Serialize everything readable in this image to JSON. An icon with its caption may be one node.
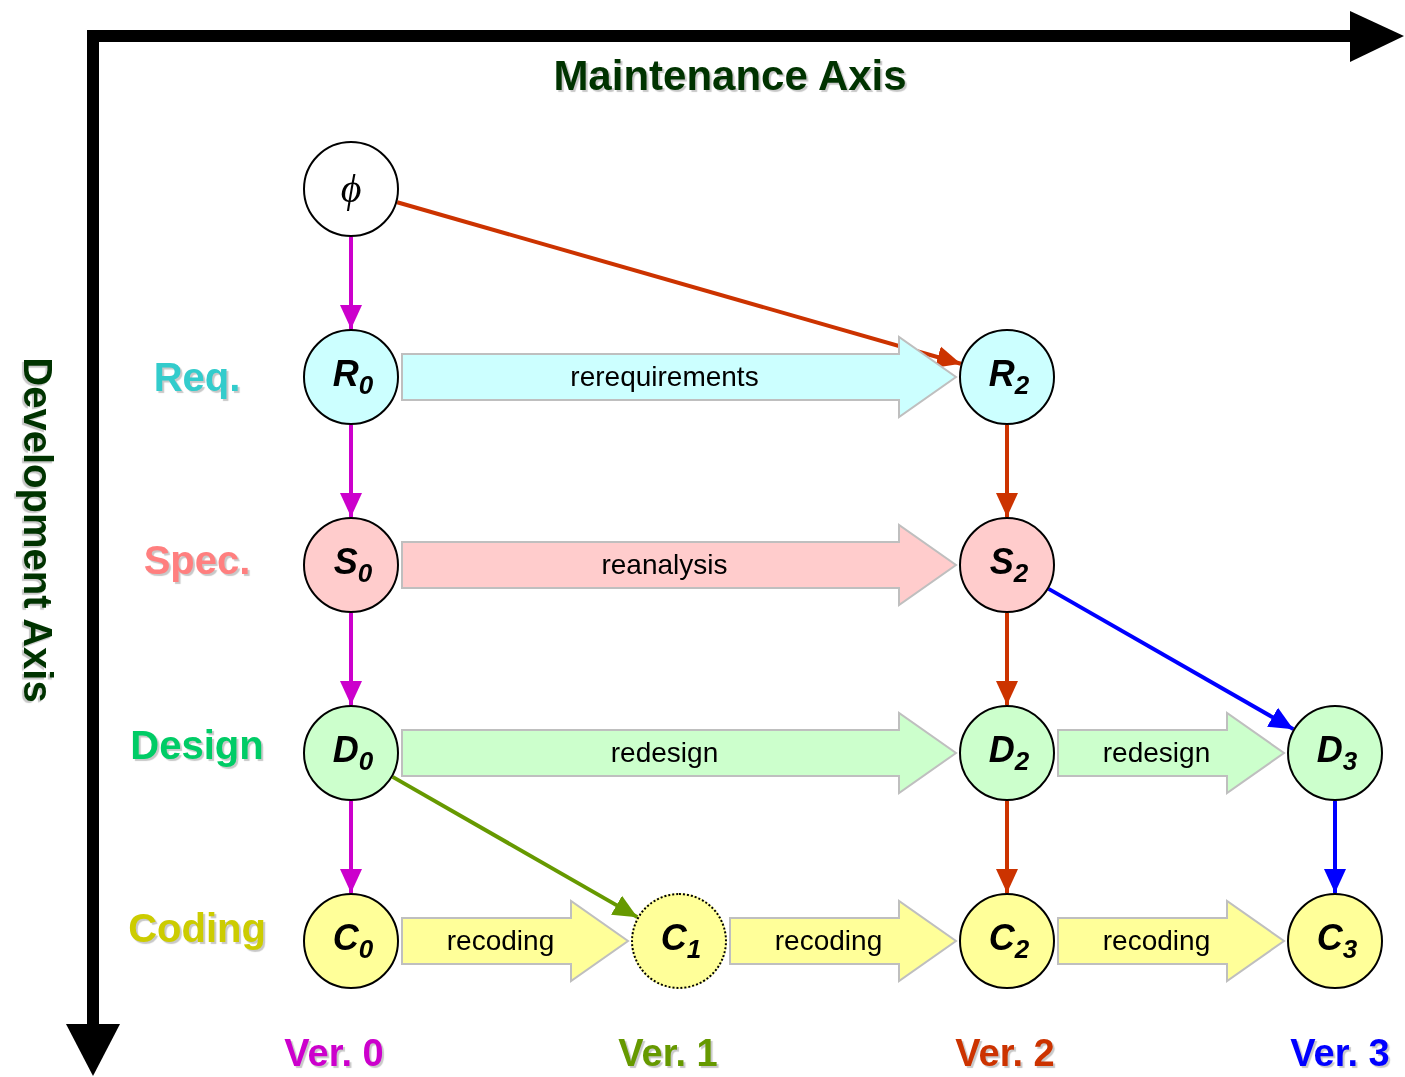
{
  "diagram": {
    "nodes": [
      {
        "text": [
          "ϕ"
        ]
      },
      {
        "text": [
          "R$_{0}$"
        ]
      },
      {
        "text": [
          "R$_{2}$"
        ]
      },
      {
        "text": [
          "S$_{0}$"
        ]
      },
      {
        "text": [
          "S$_{2}$"
        ]
      },
      {
        "text": [
          "D$_{0}$"
        ]
      },
      {
        "text": [
          "D$_{2}$"
        ]
      },
      {
        "text": [
          "D$_{3}$"
        ]
      },
      {
        "text": [
          "C$_{0}$"
        ]
      },
      {
        "text": [
          "C$_{1}$"
        ]
      },
      {
        "text": [
          "C$_{2}$"
        ]
      },
      {
        "text": [
          "C$_{3}$"
        ]
      }
    ],
    "edges": [
      {
        "from": 0,
        "to": 1,
        "arrow": "to",
        "color": "#cc00cc"
      },
      {
        "from": 1,
        "to": 3,
        "arrow": "to",
        "color": "#cc00cc"
      },
      {
        "from": 3,
        "to": 5,
        "arrow": "to",
        "color": "#cc00cc"
      },
      {
        "from": 5,
        "to": 8,
        "arrow": "to",
        "color": "#cc00cc"
      },
      {
        "from": 0,
        "to": 2,
        "arrow": "to",
        "color": "#cc3300"
      },
      {
        "from": 2,
        "to": 4,
        "arrow": "to",
        "color": "#cc3300"
      },
      {
        "from": 4,
        "to": 6,
        "arrow": "to",
        "color": "#cc3300"
      },
      {
        "from": 6,
        "to": 10,
        "arrow": "to",
        "color": "#cc3300"
      },
      {
        "from": 4,
        "to": 7,
        "arrow": "to",
        "color": "#0000ff"
      },
      {
        "from": 7,
        "to": 11,
        "arrow": "to",
        "color": "#0000ff"
      },
      {
        "from": 5,
        "to": 9,
        "arrow": "to",
        "color": "#669900"
      },
      {
        "from": 1,
        "to": 2,
        "arrow": "to",
        "label": "rerequirements",
        "style": "thick",
        "color": "#ccffff"
      },
      {
        "from": 3,
        "to": 4,
        "arrow": "to",
        "label": "reanalysis",
        "style": "thick",
        "color": "#ffcccc"
      },
      {
        "from": 5,
        "to": 6,
        "arrow": "to",
        "label": "redesign",
        "style": "thick",
        "color": "#ccffcc"
      },
      {
        "from": 6,
        "to": 7,
        "arrow": "to",
        "label": "redesign",
        "style": "thick",
        "color": "#ccffcc"
      },
      {
        "from": 8,
        "to": 9,
        "arrow": "to",
        "label": "recoding",
        "style": "thick",
        "color": "#ffff99"
      },
      {
        "from": 9,
        "to": 10,
        "arrow": "to",
        "label": "recoding",
        "style": "thick",
        "color": "#ffff99"
      },
      {
        "from": 10,
        "to": 11,
        "arrow": "to",
        "label": "recoding",
        "style": "thick",
        "color": "#ffff99"
      }
    ],
    "labels": [
      "Maintenance Axis",
      "Development Axis",
      "Req.",
      "Spec.",
      "Design",
      "Coding",
      "Ver. 0",
      "Ver. 1",
      "Ver. 2",
      "Ver. 3"
    ]
  }
}
